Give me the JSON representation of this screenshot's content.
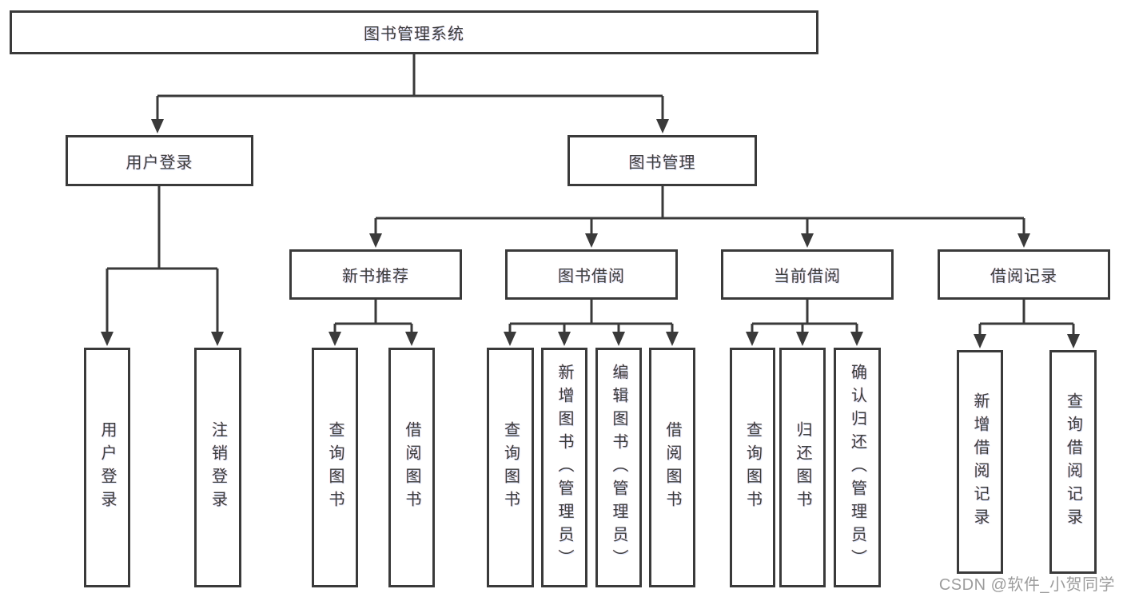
{
  "diagram_type": "hierarchy-tree",
  "colors": {
    "line": "#3a3a3a",
    "text": "#3d3d3d",
    "box_background": "#ffffff",
    "page_background": "#ffffff",
    "watermark": "#9c9c9c"
  },
  "tree": {
    "label": "图书管理系统",
    "children": [
      {
        "label": "用户登录",
        "children": [
          {
            "label": "用户登录"
          },
          {
            "label": "注销登录"
          }
        ]
      },
      {
        "label": "图书管理",
        "children": [
          {
            "label": "新书推荐",
            "children": [
              {
                "label": "查询图书"
              },
              {
                "label": "借阅图书"
              }
            ]
          },
          {
            "label": "图书借阅",
            "children": [
              {
                "label": "查询图书"
              },
              {
                "label": "新增图书（管理员）"
              },
              {
                "label": "编辑图书（管理员）"
              },
              {
                "label": "借阅图书"
              }
            ]
          },
          {
            "label": "当前借阅",
            "children": [
              {
                "label": "查询图书"
              },
              {
                "label": "归还图书"
              },
              {
                "label": "确认归还（管理员）"
              }
            ]
          },
          {
            "label": "借阅记录",
            "children": [
              {
                "label": "新增借阅记录"
              },
              {
                "label": "查询借阅记录"
              }
            ]
          }
        ]
      }
    ]
  },
  "watermark": {
    "text": "CSDN @软件_小贺同学"
  }
}
